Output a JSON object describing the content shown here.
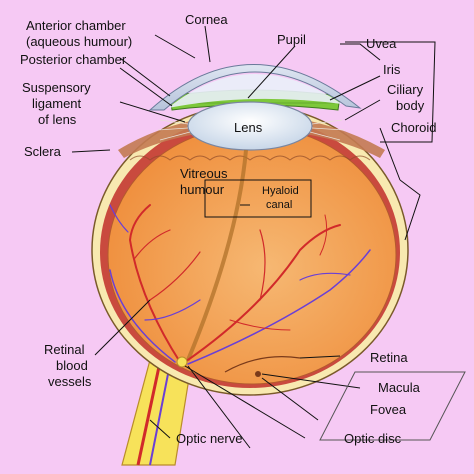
{
  "labels": {
    "anterior_chamber_1": "Anterior chamber",
    "anterior_chamber_2": "(aqueous humour)",
    "posterior_chamber": "Posterior chamber",
    "cornea": "Cornea",
    "pupil": "Pupil",
    "uvea": "Uvea",
    "iris": "Iris",
    "ciliary_body_1": "Ciliary",
    "ciliary_body_2": "body",
    "choroid": "Choroid",
    "suspensory_1": "Suspensory",
    "suspensory_2": "ligament",
    "suspensory_3": "of lens",
    "lens": "Lens",
    "sclera": "Sclera",
    "vitreous_1": "Vitreous",
    "vitreous_2": "humour",
    "hyaloid_1": "Hyaloid",
    "hyaloid_2": "canal",
    "retinal_vessels_1": "Retinal",
    "retinal_vessels_2": "blood",
    "retinal_vessels_3": "vessels",
    "retina": "Retina",
    "macula": "Macula",
    "fovea": "Fovea",
    "optic_nerve": "Optic nerve",
    "optic_disc": "Optic disc"
  },
  "colors": {
    "background": "#f6c9f4",
    "eyeball": "#f3a35a",
    "sclera_band": "#f8e9b0",
    "iris": "#7dc83a",
    "lens": "#eef4fb",
    "vessels_red": "#d12a2a",
    "vessels_blue": "#6a3fd6",
    "optic_nerve": "#f7e25a"
  }
}
